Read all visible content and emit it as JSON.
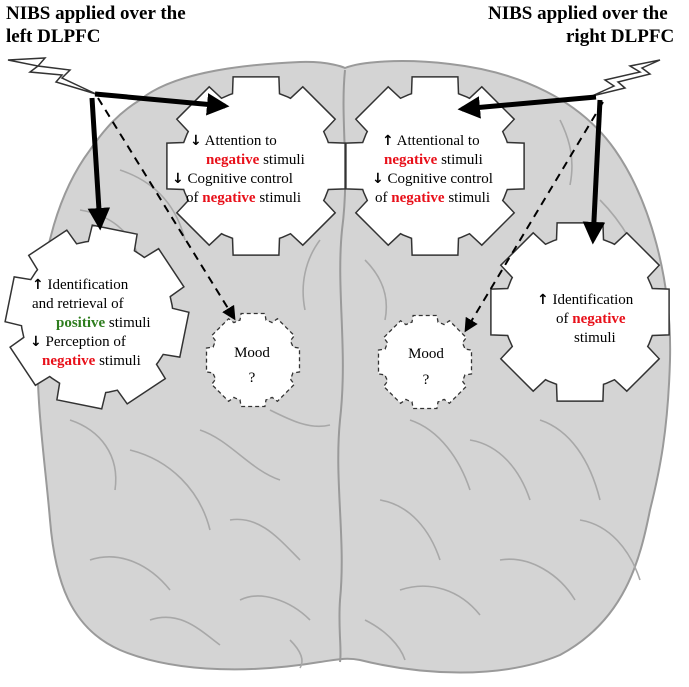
{
  "labels": {
    "left_title_1": "NIBS applied over the",
    "left_title_2": "left DLPFC",
    "right_title_1": "NIBS applied over the",
    "right_title_2": "right DLPFC"
  },
  "gears": {
    "left_top": {
      "l1_a": "Attention to",
      "l2_neg": "negative",
      "l2_b": " stimuli",
      "l3_a": "Cognitive control",
      "l4_a": "of ",
      "l4_neg": "negative",
      "l4_b": " stimuli"
    },
    "right_top": {
      "l1_a": "Attentional to",
      "l2_neg": "negative",
      "l2_b": " stimuli",
      "l3_a": "Cognitive control",
      "l4_a": "of ",
      "l4_neg": "negative",
      "l4_b": " stimuli"
    },
    "left_bottom": {
      "l1_a": "Identification",
      "l2_a": "and retrieval of",
      "l3_pos": "positive",
      "l3_b": " stimuli",
      "l4_a": "Perception of",
      "l5_neg": "negative",
      "l5_b": " stimuli"
    },
    "right_bottom": {
      "l1_a": "Identification",
      "l2_a": "of ",
      "l2_neg": "negative",
      "l3_a": "stimuli"
    },
    "mood_left": {
      "label": "Mood",
      "q": "?"
    },
    "mood_right": {
      "label": "Mood",
      "q": "?"
    }
  },
  "arrow_symbols": {
    "up": "↑",
    "down": "↓"
  },
  "colors": {
    "negative": "#e8101a",
    "positive": "#2e7d1e",
    "brain": "#d4d4d4"
  }
}
